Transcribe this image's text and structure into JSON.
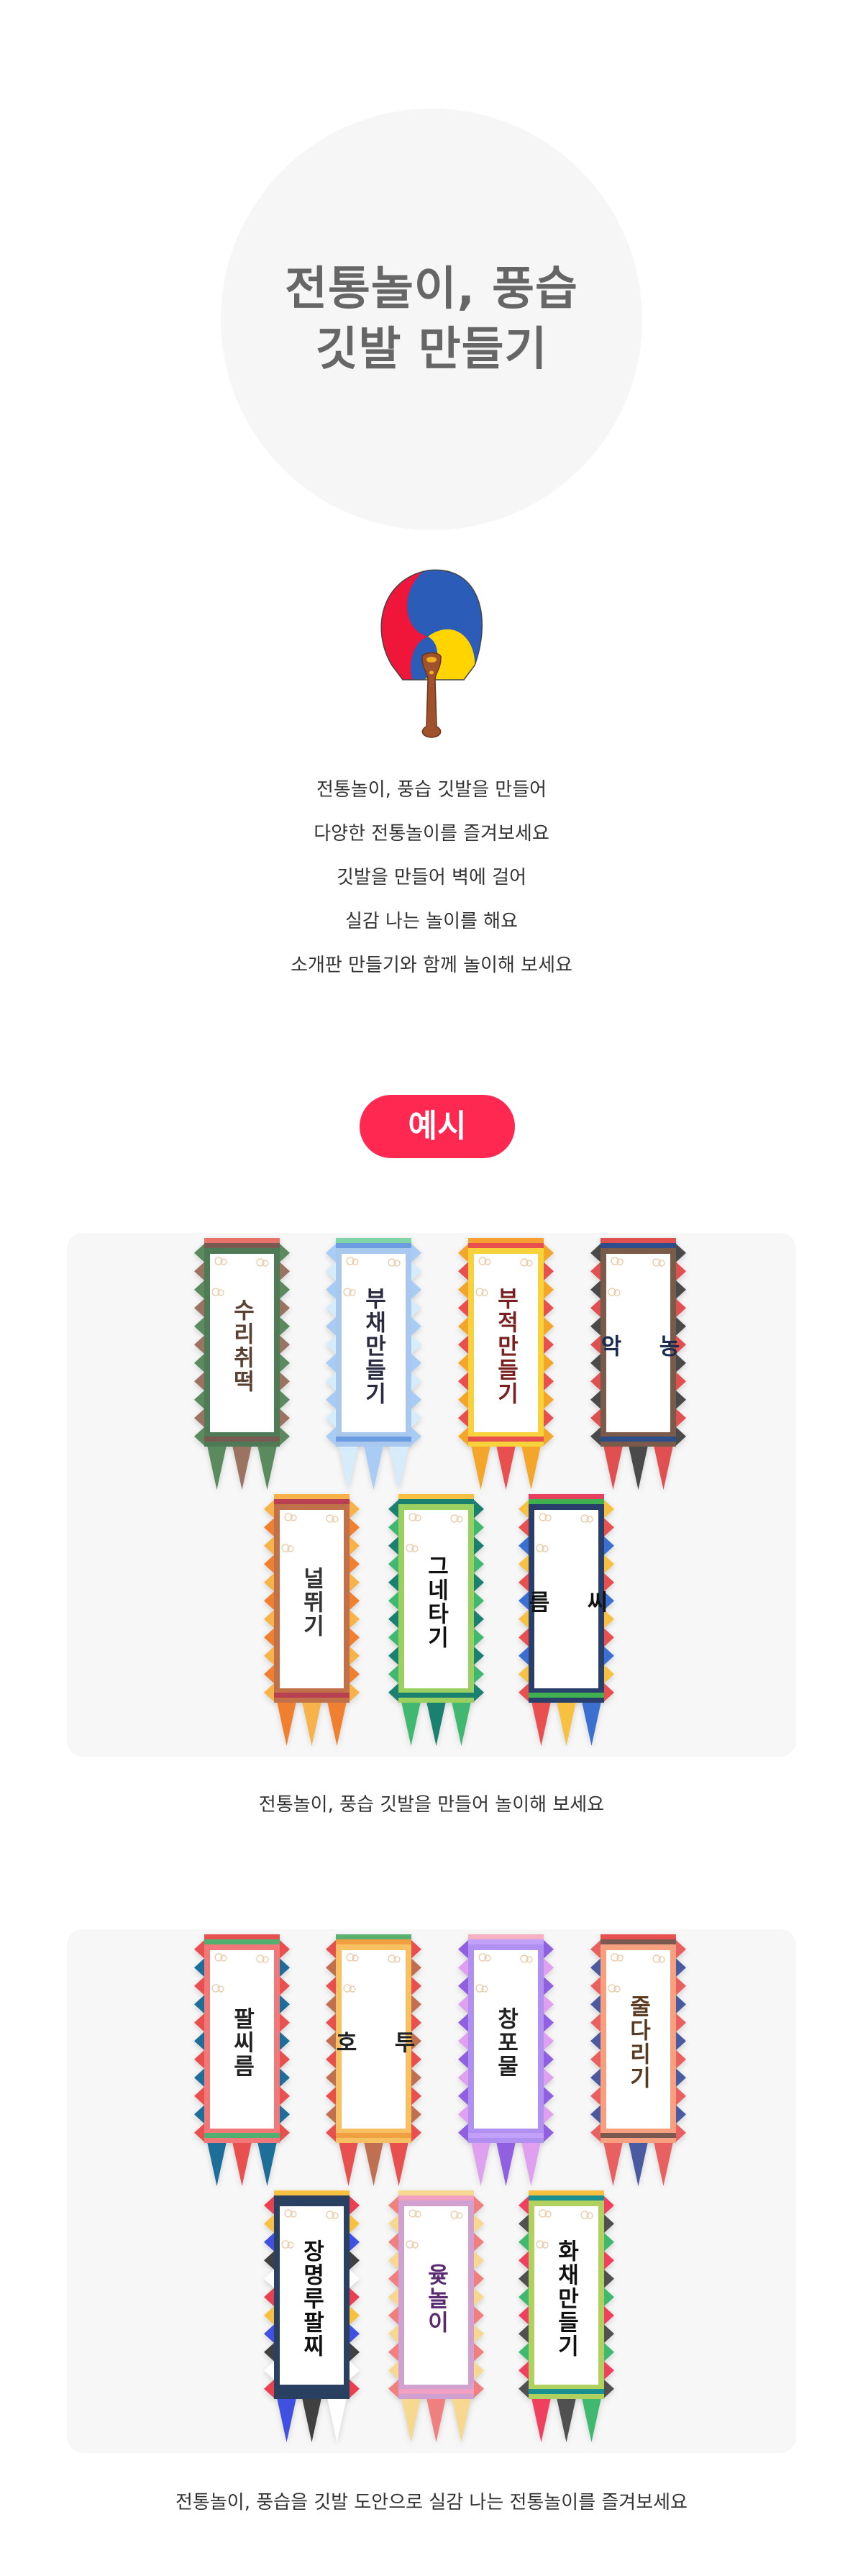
{
  "header": {
    "title_line1": "전통놀이, 풍습",
    "title_line2": "깃발 만들기",
    "fan_icon": "taegeuk-fan-icon"
  },
  "intro": {
    "lines": [
      "전통놀이, 풍습 깃발을 만들어",
      "다양한 전통놀이를 즐겨보세요",
      "깃발을 만들어 벽에 걸어",
      "실감 나는 놀이를 해요",
      "소개판 만들기와 함께 놀이해 보세요"
    ]
  },
  "example_badge": {
    "label": "예시",
    "color": "#ff2851"
  },
  "gallery1": {
    "caption": "전통놀이, 풍습 깃발을 만들어 놀이해 보세요",
    "banners": [
      {
        "label": "수리취떡",
        "frame": "#4e7a55",
        "sides": [
          "#5a8a5e",
          "#9a7460"
        ],
        "top": [
          "#e8736a",
          "#7a5a50"
        ],
        "tails": [
          "#5a8a5e",
          "#9a7460",
          "#5a8a5e"
        ],
        "text": "#5a4030"
      },
      {
        "label": "부채만들기",
        "frame": "#a9c8ee",
        "sides": [
          "#a8ccf4",
          "#d6ecfb"
        ],
        "top": [
          "#7fd4a8",
          "#6b9be0"
        ],
        "tails": [
          "#d6ecfb",
          "#a8ccf4",
          "#d6ecfb"
        ],
        "text": "#2a2a40"
      },
      {
        "label": "부적만들기",
        "frame": "#f7d23a",
        "sides": [
          "#f4a62a",
          "#e85050"
        ],
        "top": [
          "#f7a030",
          "#e85050"
        ],
        "tails": [
          "#f4a62a",
          "#e85050",
          "#f4a62a"
        ],
        "text": "#7a2020"
      },
      {
        "label": "농\n\n악",
        "frame": "#7a5a48",
        "sides": [
          "#4a4a4a",
          "#e05050"
        ],
        "top": [
          "#e05050",
          "#2d4e8a"
        ],
        "tails": [
          "#e05050",
          "#4a4a4a",
          "#e05050"
        ],
        "text": "#1a2a50"
      },
      {
        "label": "널뛰기",
        "frame": "#c0714a",
        "sides": [
          "#f7b24a",
          "#f08030"
        ],
        "top": [
          "#f7b24a",
          "#b84050"
        ],
        "tails": [
          "#f08030",
          "#f7b24a",
          "#f08030"
        ],
        "text": "#333333"
      },
      {
        "label": "그네타기",
        "frame": "#9ad060",
        "sides": [
          "#1a8070",
          "#40b870"
        ],
        "top": [
          "#f7c040",
          "#1a8070"
        ],
        "tails": [
          "#40b870",
          "#1a8070",
          "#40b870"
        ],
        "text": "#111111"
      },
      {
        "label": "씨\n\n름",
        "frame": "#2a3e6a",
        "sides": [
          "#f7c040",
          "#e85050",
          "#3b70d0"
        ],
        "top": [
          "#e84060",
          "#40b050"
        ],
        "tails": [
          "#e85050",
          "#f7c040",
          "#3b70d0"
        ],
        "text": "#111111"
      }
    ]
  },
  "gallery2": {
    "caption": "전통놀이, 풍습을 깃발 도안으로 실감 나는 전통놀이를 즐겨보세요",
    "banners": [
      {
        "label": "팔씨름",
        "frame": "#f07878",
        "sides": [
          "#e85050",
          "#1e6e9a"
        ],
        "top": [
          "#e85050",
          "#50b070"
        ],
        "tails": [
          "#1e6e9a",
          "#e85050",
          "#1e6e9a"
        ],
        "text": "#222222"
      },
      {
        "label": "투\n\n호",
        "frame": "#f7c060",
        "sides": [
          "#e85050",
          "#c07050"
        ],
        "top": [
          "#5ab070",
          "#f0a040"
        ],
        "tails": [
          "#e85050",
          "#c07050",
          "#e85050"
        ],
        "text": "#222222"
      },
      {
        "label": "창포물",
        "frame": "#b090f0",
        "sides": [
          "#9060e0",
          "#e0a0f0"
        ],
        "top": [
          "#f7b0c0",
          "#c0a0f8"
        ],
        "tails": [
          "#e0a0f0",
          "#9060e0",
          "#e0a0f0"
        ],
        "text": "#222222"
      },
      {
        "label": "줄다리기",
        "frame": "#f7a080",
        "sides": [
          "#e86060",
          "#4a5aa0"
        ],
        "top": [
          "#e85050",
          "#7a5a50"
        ],
        "tails": [
          "#e86060",
          "#4a5aa0",
          "#e86060"
        ],
        "text": "#5a3a20"
      },
      {
        "label": "장명루팔찌",
        "frame": "#2a4060",
        "sides": [
          "#e84050",
          "#f7c040",
          "#4050e0",
          "#404040",
          "#ffffff"
        ],
        "top": [
          "#f7c040",
          "#2a4060"
        ],
        "tails": [
          "#4050e0",
          "#404040",
          "#ffffff"
        ],
        "text": "#111111"
      },
      {
        "label": "윷놀이",
        "frame": "#d0a0d0",
        "sides": [
          "#f08080",
          "#f7d890"
        ],
        "top": [
          "#f7d890",
          "#f0a0c0"
        ],
        "tails": [
          "#f7d890",
          "#f08080",
          "#f7d890"
        ],
        "text": "#5a2a70"
      },
      {
        "label": "화채만들기",
        "frame": "#b0d060",
        "sides": [
          "#f04060",
          "#505050",
          "#40b870"
        ],
        "top": [
          "#f7c040",
          "#1a9090"
        ],
        "tails": [
          "#f04060",
          "#505050",
          "#40b870"
        ],
        "text": "#111111"
      }
    ]
  }
}
